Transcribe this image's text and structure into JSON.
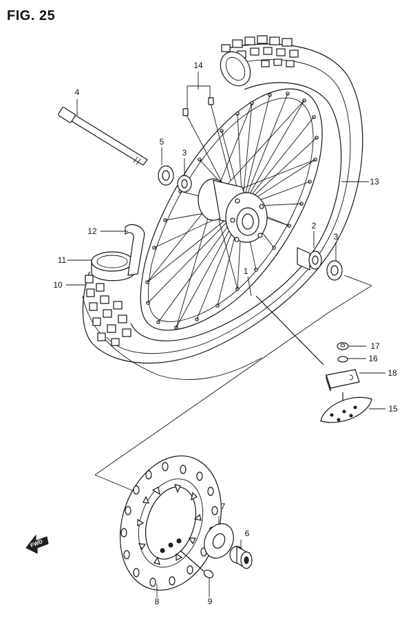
{
  "figure": {
    "title": "FIG. 25"
  },
  "forward_arrow": {
    "label": "FWD"
  },
  "callouts": [
    {
      "id": "1",
      "part": "spoke-nipple-line"
    },
    {
      "id": "2",
      "part": "right-bearing"
    },
    {
      "id": "3",
      "part": "spacer"
    },
    {
      "id": "4",
      "part": "axle"
    },
    {
      "id": "5",
      "part": "left-bearing"
    },
    {
      "id": "6",
      "part": "disc-collar"
    },
    {
      "id": "7",
      "part": "disc-washer"
    },
    {
      "id": "8",
      "part": "brake-disc"
    },
    {
      "id": "9",
      "part": "disc-bolt"
    },
    {
      "id": "10",
      "part": "tire"
    },
    {
      "id": "11",
      "part": "tube"
    },
    {
      "id": "12",
      "part": "rim-band"
    },
    {
      "id": "13",
      "part": "rim"
    },
    {
      "id": "14",
      "part": "spoke-set"
    },
    {
      "id": "15",
      "part": "rim-lock"
    },
    {
      "id": "16",
      "part": "washer"
    },
    {
      "id": "17",
      "part": "nut"
    },
    {
      "id": "18",
      "part": "rim-lock-pad"
    }
  ]
}
